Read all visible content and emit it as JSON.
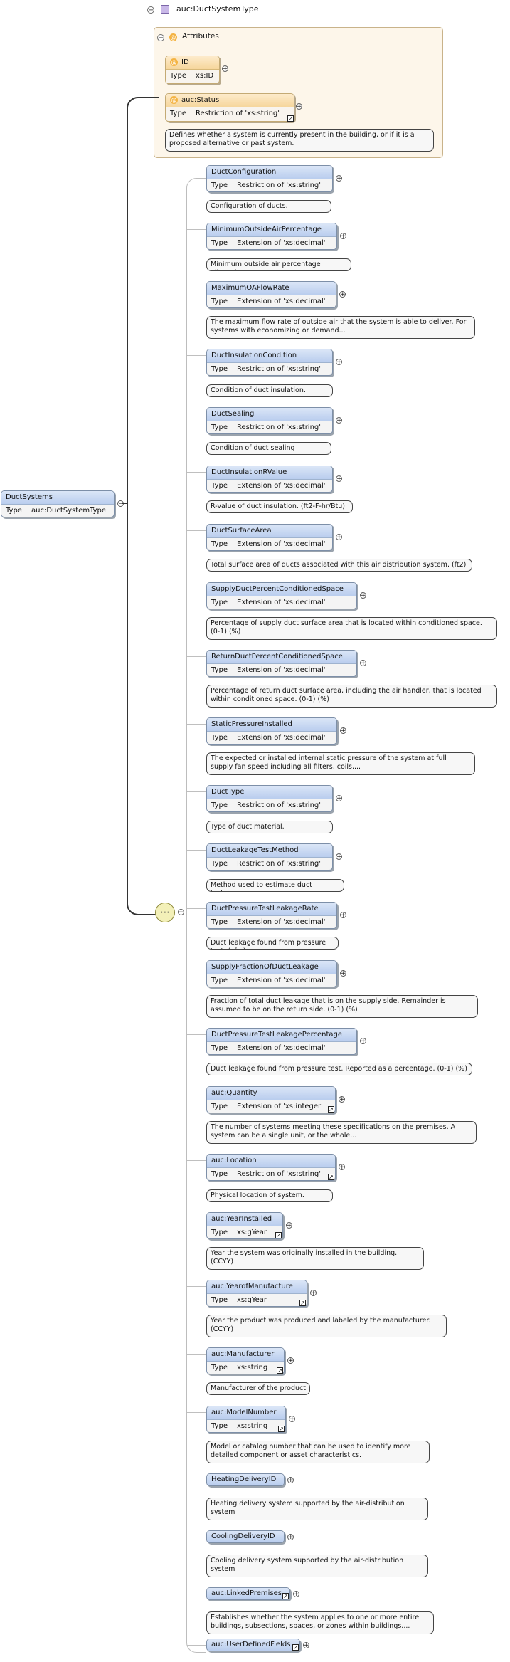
{
  "root": {
    "name": "DuctSystems",
    "type_label": "Type",
    "type": "auc:DuctSystemType"
  },
  "complex_type": {
    "title": "auc:DuctSystemType"
  },
  "attributes": {
    "title": "Attributes",
    "items": [
      {
        "name": "ID",
        "type_label": "Type",
        "type": "xs:ID",
        "desc": ""
      },
      {
        "name": "auc:Status",
        "type_label": "Type",
        "type": "Restriction of 'xs:string'",
        "desc": "Defines whether a system is currently present in the building, or if it is a proposed alternative or past system."
      }
    ]
  },
  "elements": [
    {
      "name": "DuctConfiguration",
      "type_label": "Type",
      "type": "Restriction of 'xs:string'",
      "desc": "Configuration of ducts."
    },
    {
      "name": "MinimumOutsideAirPercentage",
      "type_label": "Type",
      "type": "Extension of 'xs:decimal'",
      "desc": "Minimum outside air percentage allowed."
    },
    {
      "name": "MaximumOAFlowRate",
      "type_label": "Type",
      "type": "Extension of 'xs:decimal'",
      "desc": "The maximum flow rate of outside air that the system is able to deliver. For systems with economizing or demand..."
    },
    {
      "name": "DuctInsulationCondition",
      "type_label": "Type",
      "type": "Restriction of 'xs:string'",
      "desc": "Condition of duct insulation."
    },
    {
      "name": "DuctSealing",
      "type_label": "Type",
      "type": "Restriction of 'xs:string'",
      "desc": "Condition of duct sealing"
    },
    {
      "name": "DuctInsulationRValue",
      "type_label": "Type",
      "type": "Extension of 'xs:decimal'",
      "desc": "R-value of duct insulation. (ft2-F-hr/Btu)"
    },
    {
      "name": "DuctSurfaceArea",
      "type_label": "Type",
      "type": "Extension of 'xs:decimal'",
      "desc": "Total surface area of ducts associated with this air distribution system. (ft2)"
    },
    {
      "name": "SupplyDuctPercentConditionedSpace",
      "type_label": "Type",
      "type": "Extension of 'xs:decimal'",
      "desc": "Percentage of supply duct surface area that is located within conditioned space. (0-1) (%)"
    },
    {
      "name": "ReturnDuctPercentConditionedSpace",
      "type_label": "Type",
      "type": "Extension of 'xs:decimal'",
      "desc": "Percentage of return duct surface area, including the air handler, that is located within conditioned space. (0-1) (%)"
    },
    {
      "name": "StaticPressureInstalled",
      "type_label": "Type",
      "type": "Extension of 'xs:decimal'",
      "desc": "The expected or installed internal static pressure of the system at full supply fan speed including all filters, coils,..."
    },
    {
      "name": "DuctType",
      "type_label": "Type",
      "type": "Restriction of 'xs:string'",
      "desc": "Type of duct material."
    },
    {
      "name": "DuctLeakageTestMethod",
      "type_label": "Type",
      "type": "Restriction of 'xs:string'",
      "desc": "Method used to estimate duct leakage"
    },
    {
      "name": "DuctPressureTestLeakageRate",
      "type_label": "Type",
      "type": "Extension of 'xs:decimal'",
      "desc": "Duct leakage found from pressure test. (cfm)"
    },
    {
      "name": "SupplyFractionOfDuctLeakage",
      "type_label": "Type",
      "type": "Extension of 'xs:decimal'",
      "desc": "Fraction of total duct leakage that is on the supply side. Remainder is assumed to be on the return side. (0-1) (%)"
    },
    {
      "name": "DuctPressureTestLeakagePercentage",
      "type_label": "Type",
      "type": "Extension of 'xs:decimal'",
      "desc": "Duct leakage found from pressure test. Reported as a percentage. (0-1) (%)"
    },
    {
      "name": "auc:Quantity",
      "type_label": "Type",
      "type": "Extension of 'xs:integer'",
      "desc": "The number of systems meeting these specifications on the premises. A system can be a single unit, or the whole..."
    },
    {
      "name": "auc:Location",
      "type_label": "Type",
      "type": "Restriction of 'xs:string'",
      "desc": "Physical location of system."
    },
    {
      "name": "auc:YearInstalled",
      "type_label": "Type",
      "type": "xs:gYear",
      "desc": "Year the system was originally installed in the building. (CCYY)"
    },
    {
      "name": "auc:YearofManufacture",
      "type_label": "Type",
      "type": "xs:gYear",
      "desc": "Year the product was produced and labeled by the manufacturer. (CCYY)"
    },
    {
      "name": "auc:Manufacturer",
      "type_label": "Type",
      "type": "xs:string",
      "desc": "Manufacturer of the product"
    },
    {
      "name": "auc:ModelNumber",
      "type_label": "Type",
      "type": "xs:string",
      "desc": "Model or catalog number that can be used to identify more detailed component or asset characteristics."
    },
    {
      "name": "HeatingDeliveryID",
      "type_label": "",
      "type": "",
      "desc": "Heating delivery system supported by the air-distribution system"
    },
    {
      "name": "CoolingDeliveryID",
      "type_label": "",
      "type": "",
      "desc": "Cooling delivery system supported by the air-distribution system"
    },
    {
      "name": "auc:LinkedPremises",
      "type_label": "",
      "type": "",
      "desc": "Establishes whether the system applies to one or more entire buildings, subsections, spaces, or zones within buildings...."
    },
    {
      "name": "auc:UserDefinedFields",
      "type_label": "",
      "type": "",
      "desc": ""
    }
  ]
}
